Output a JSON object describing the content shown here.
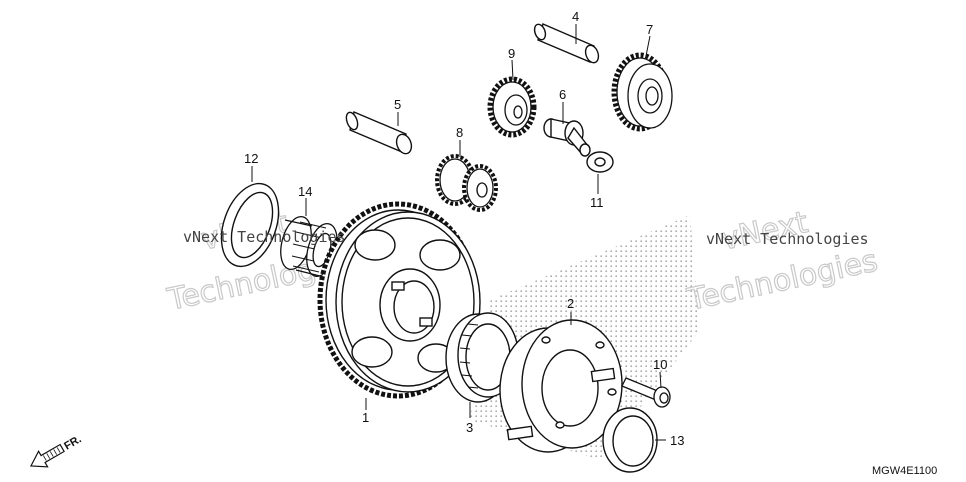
{
  "watermark": {
    "left_small": "vNext Technologies",
    "left_big_line1": "vNext",
    "left_big_line2": "Technologies",
    "right_small": "vNext Technologies",
    "right_big_line1": "vNext",
    "right_big_line2": "Technologies"
  },
  "diagram_code": "MGW4E1100",
  "direction_label": "FR.",
  "callouts": [
    "1",
    "2",
    "3",
    "4",
    "5",
    "6",
    "7",
    "8",
    "9",
    "10",
    "11",
    "12",
    "13",
    "14"
  ]
}
